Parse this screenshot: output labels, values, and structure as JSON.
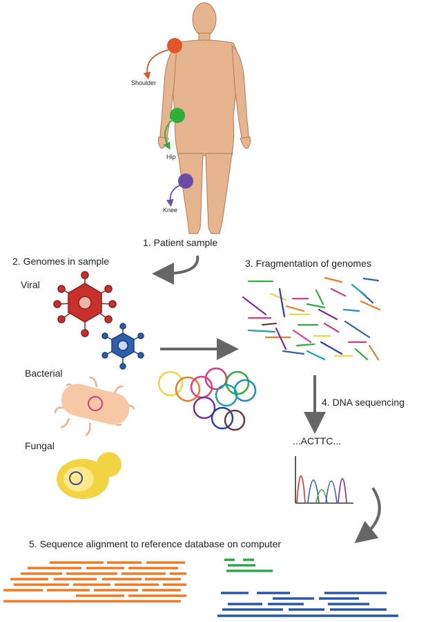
{
  "labels": {
    "shoulder": "Shoulder",
    "hip": "Hip",
    "knee": "Knee",
    "step1": "1. Patient sample",
    "step2": "2. Genomes in sample",
    "step3": "3. Fragmentation of genomes",
    "step4": "4. DNA sequencing",
    "step5": "5. Sequence alignment to reference database on computer",
    "viral": "Viral",
    "bacterial": "Bacterial",
    "fungal": "Fungal",
    "sequence": "...ACTTC..."
  },
  "colors": {
    "skin": "#e6b48f",
    "shoulder": "#e0562a",
    "hip": "#2eae3a",
    "knee": "#6a4ba6",
    "virus_red": "#c8302c",
    "virus_blue": "#2d5faa",
    "bacterium": "#f7c8a6",
    "fungus": "#f2d442",
    "arrow": "#666666",
    "align_orange": "#f07a24",
    "align_green": "#2ba84a",
    "align_blue": "#2957a8"
  }
}
